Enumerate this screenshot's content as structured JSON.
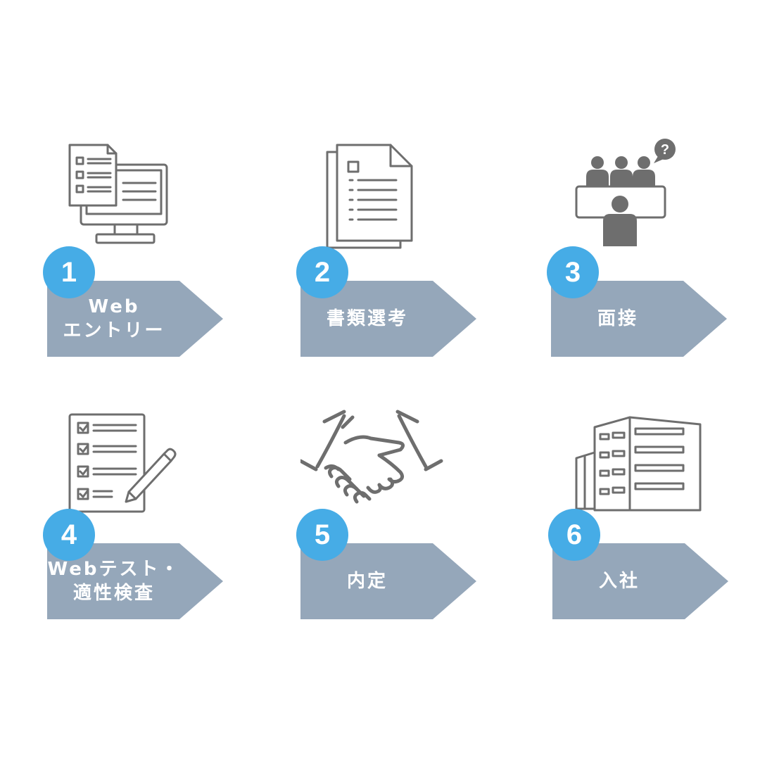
{
  "colors": {
    "badge": "#46ace6",
    "arrow": "#95a7ba",
    "icon": "#6e6e6e",
    "label": "#ffffff"
  },
  "steps": [
    {
      "number": "1",
      "line1": "Web",
      "line2": "エントリー",
      "icon": "computer-documents-icon"
    },
    {
      "number": "2",
      "line1": "書類選考",
      "line2": "",
      "icon": "documents-icon"
    },
    {
      "number": "3",
      "line1": "面接",
      "line2": "",
      "icon": "interview-icon"
    },
    {
      "number": "4",
      "line1": "Webテスト・",
      "line2": "適性検査",
      "icon": "checklist-pencil-icon"
    },
    {
      "number": "5",
      "line1": "内定",
      "line2": "",
      "icon": "handshake-icon"
    },
    {
      "number": "6",
      "line1": "入社",
      "line2": "",
      "icon": "office-building-icon"
    }
  ]
}
